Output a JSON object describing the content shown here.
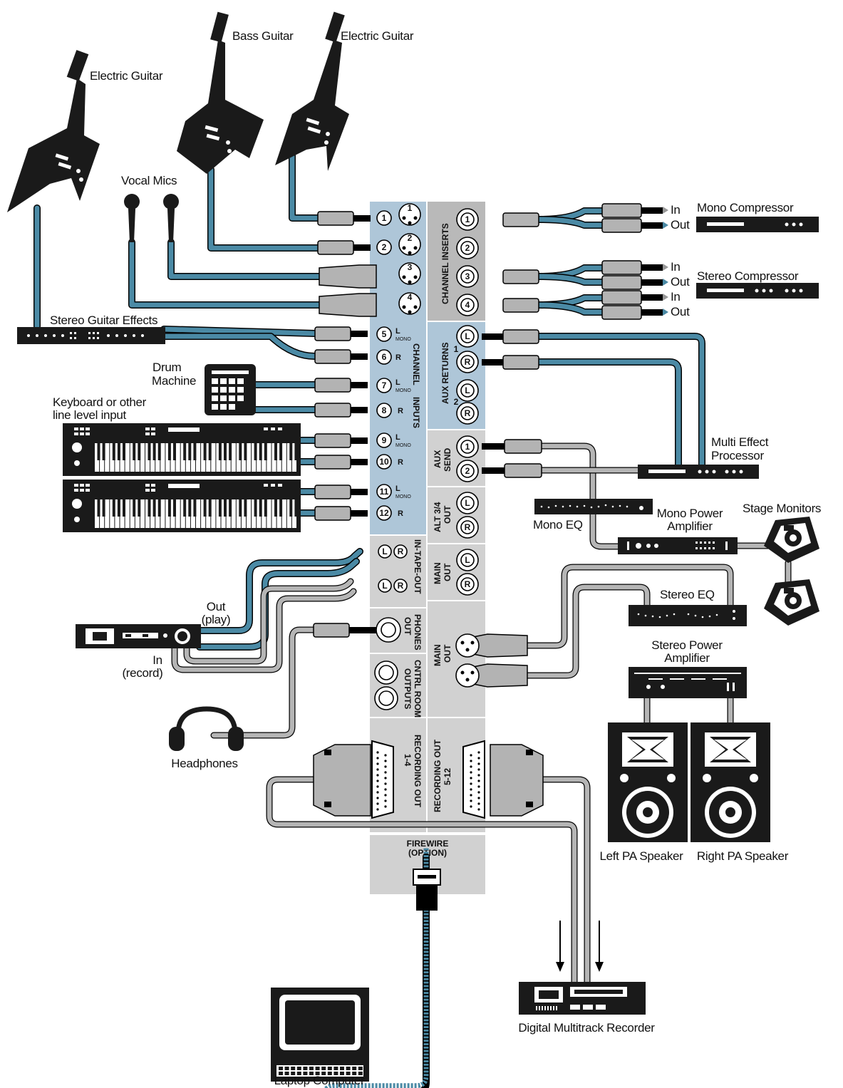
{
  "instruments": {
    "guitar_left": "Electric Guitar",
    "bass": "Bass Guitar",
    "guitar_right": "Electric Guitar",
    "vocal_mics": "Vocal Mics",
    "stereo_fx": "Stereo Guitar Effects",
    "drum_machine_1": "Drum",
    "drum_machine_2": "Machine",
    "keyboard_1": "Keyboard or other",
    "keyboard_2": "line level input"
  },
  "tape": {
    "out_1": "Out",
    "out_2": "(play)",
    "in_1": "In",
    "in_2": "(record)"
  },
  "headphones": "Headphones",
  "laptop": "Laptop Computer",
  "multitrack": "Digital Multitrack Recorder",
  "outboard": {
    "mono_comp": "Mono Compressor",
    "stereo_comp": "Stereo Compressor",
    "in": "In",
    "out": "Out",
    "multi_fx_1": "Multi Effect",
    "multi_fx_2": "Processor",
    "mono_eq": "Mono EQ",
    "mono_amp_1": "Mono Power",
    "mono_amp_2": "Amplifier",
    "stage_monitors": "Stage Monitors",
    "stereo_eq": "Stereo EQ",
    "stereo_amp_1": "Stereo Power",
    "stereo_amp_2": "Amplifier",
    "left_pa": "Left PA Speaker",
    "right_pa": "Right PA Speaker"
  },
  "panel": {
    "channel_inputs_1": "CHANNEL",
    "channel_inputs_2": "INPUTS",
    "channel_inserts": "CHANNEL INSERTS",
    "aux_returns": "AUX RETURNS",
    "aux_send_1": "AUX",
    "aux_send_2": "SEND",
    "alt_out_1": "ALT 3/4",
    "alt_out_2": "OUT",
    "tape_io": "IN-TAPE-OUT",
    "main_out_1": "MAIN",
    "main_out_2": "OUT",
    "phones_1": "PHONES",
    "phones_2": "OUT",
    "ctrl_room_1": "CNTRL ROOM",
    "ctrl_room_2": "OUTPUTS",
    "rec_out_a_1": "RECORDING OUT",
    "rec_out_a_2": "1-4",
    "rec_out_b_1": "RECORDING OUT",
    "rec_out_b_2": "5-12",
    "firewire_1": "FIREWIRE",
    "firewire_2": "(OPTION)",
    "mono": "MONO",
    "L": "L",
    "R": "R",
    "n1": "1",
    "n2": "2",
    "n3": "3",
    "n4": "4",
    "n5": "5",
    "n6": "6",
    "n7": "7",
    "n8": "8",
    "n9": "9",
    "n10": "10",
    "n11": "11",
    "n12": "12"
  }
}
